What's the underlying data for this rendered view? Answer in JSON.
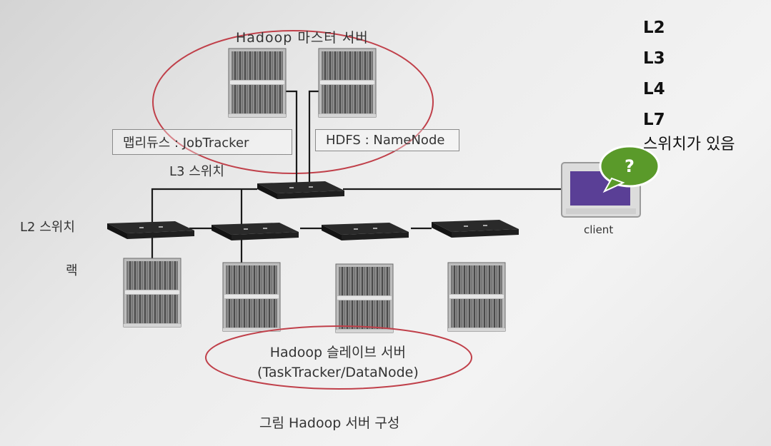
{
  "diagram": {
    "master_group_title": "Hadoop 마스터 서버",
    "mapreduce_label": "맵리듀스 : JobTracker",
    "hdfs_label": "HDFS : NameNode",
    "l3_switch_label": "L3 스위치",
    "l2_switch_label": "L2 스위치",
    "rack_label": "랙",
    "client_label": "client",
    "client_bubble": "?",
    "slave_group_title": "Hadoop 슬레이브 서버",
    "slave_group_subtitle": "(TaskTracker/DataNode)",
    "caption": "그림 Hadoop 서버 구성"
  },
  "side_notes": {
    "items": [
      "L2",
      "L3",
      "L4",
      "L7"
    ],
    "note": "스위치가 있음"
  },
  "colors": {
    "ellipse": "#c0404a",
    "switch": "#2a2a2a",
    "link": "#1a1a1a",
    "client_screen": "#5a3f96",
    "bubble": "#5a9a2a"
  }
}
